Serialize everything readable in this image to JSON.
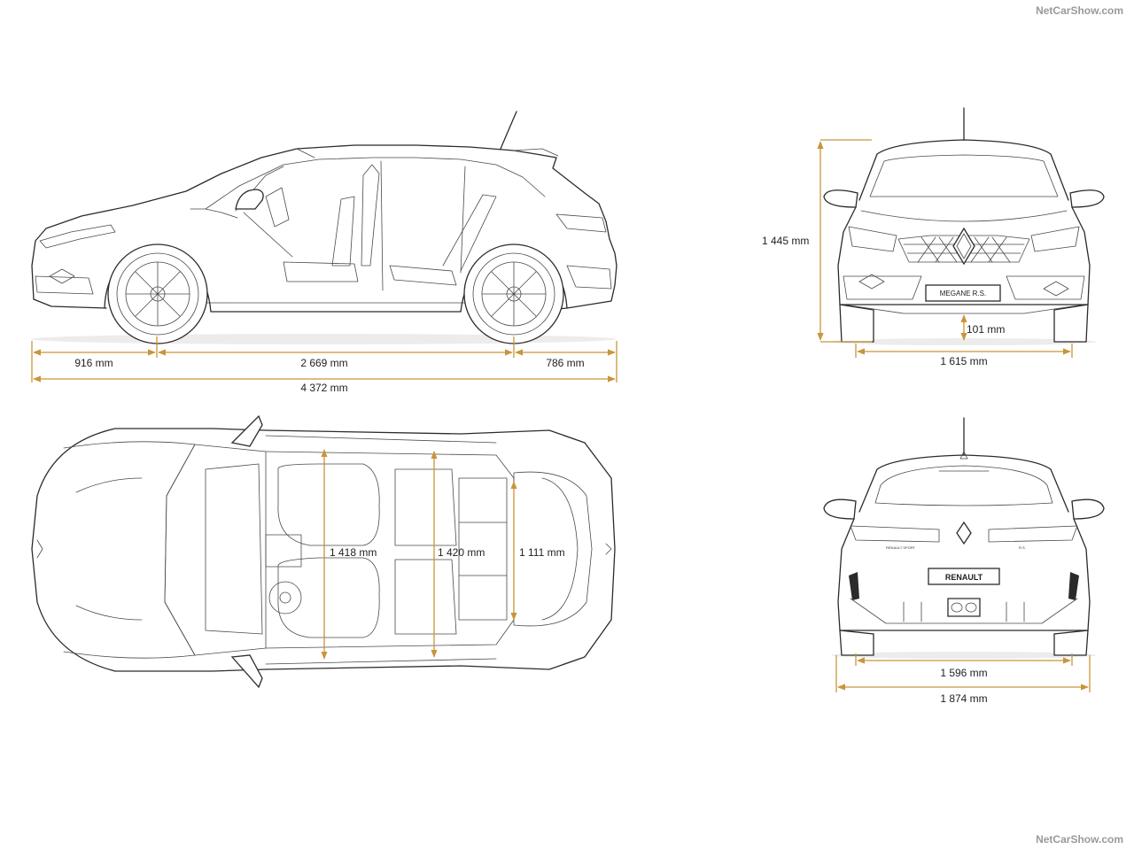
{
  "watermark": {
    "top": "NetCarShow.com",
    "bottom": "NetCarShow.com"
  },
  "side_view": {
    "front_overhang": "916 mm",
    "wheelbase": "2 669 mm",
    "rear_overhang": "786 mm",
    "overall_length": "4 372 mm"
  },
  "front_view": {
    "overall_height": "1 445 mm",
    "ground_clearance": "101 mm",
    "front_track": "1 615 mm",
    "plate": "MEGANE R.S."
  },
  "top_view": {
    "front_shoulder_width": "1 418 mm",
    "rear_shoulder_width": "1 420 mm",
    "trunk_width": "1 111 mm"
  },
  "rear_view": {
    "rear_track": "1 596 mm",
    "overall_width": "1 874 mm",
    "plate": "RENAULT",
    "badge_left": "RENAULT SPORT",
    "badge_right": "R.S."
  },
  "colors": {
    "dimension_line": "#c9953a",
    "outline": "#2b2b2b",
    "watermark": "#9a9a9a"
  }
}
